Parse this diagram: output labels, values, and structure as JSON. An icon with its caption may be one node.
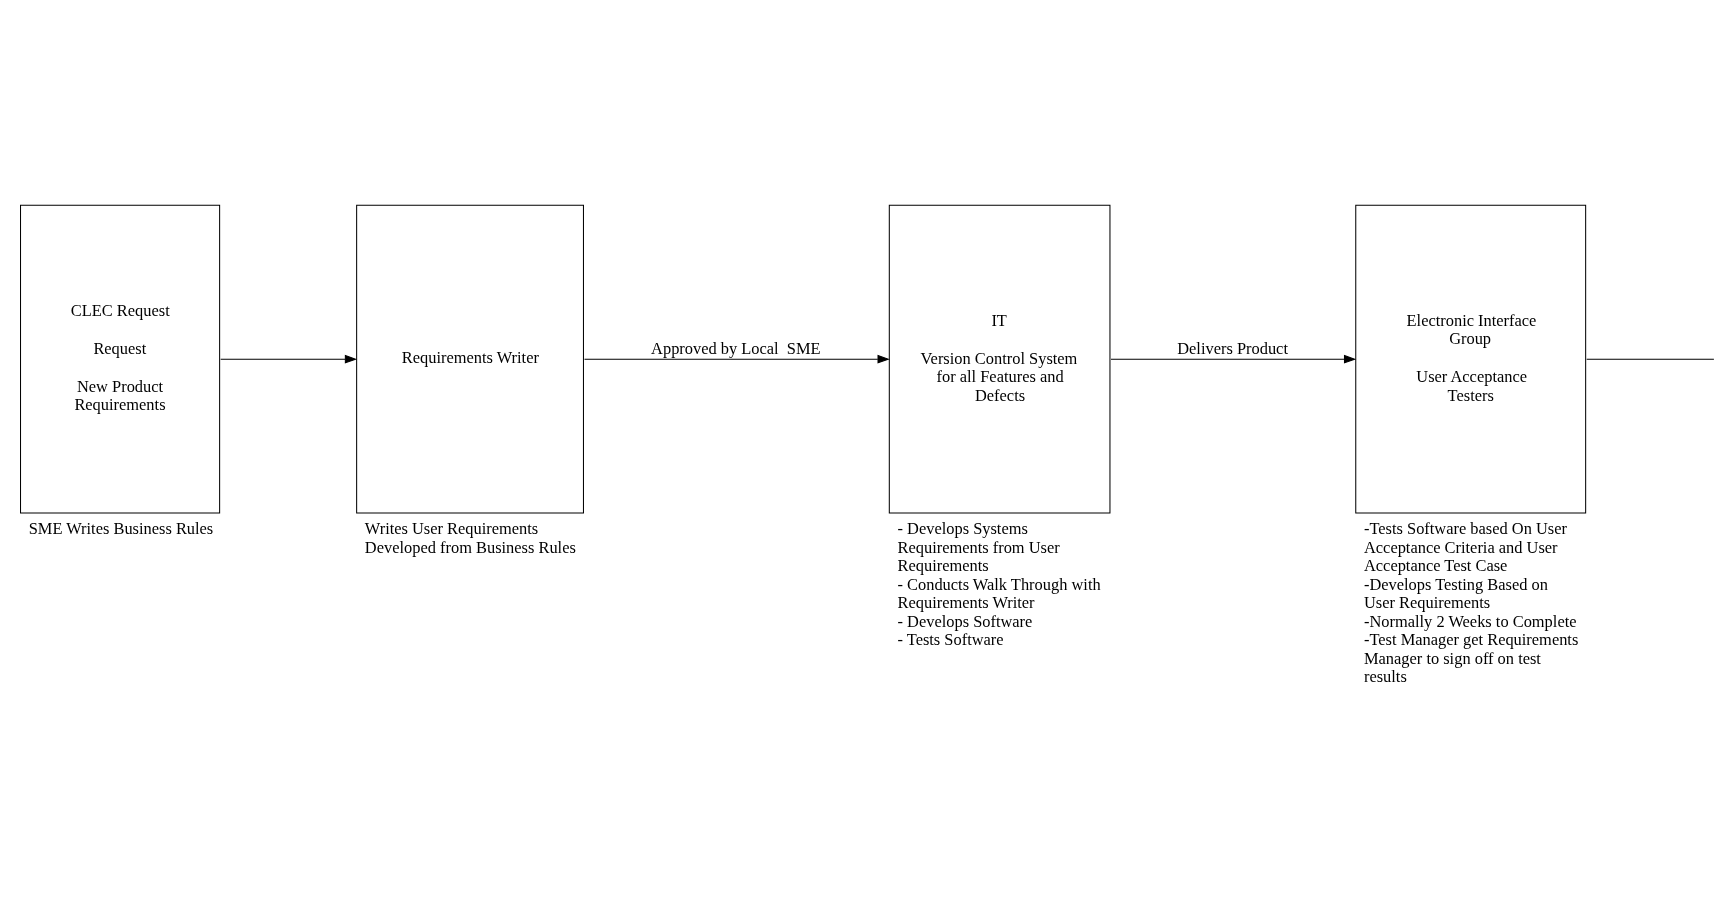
{
  "diagram": {
    "nodes": [
      {
        "text": [
          "CLEC Request",
          "Request",
          "New Product Requirements"
        ],
        "beside": [
          "SME Writes Business Rules"
        ]
      },
      {
        "text": [
          "Requirements Writer"
        ],
        "beside": [
          "Writes User Requirements Developed from Business Rules"
        ]
      },
      {
        "text": [
          "IT",
          "Version Control System for all Features and Defects"
        ],
        "beside": [
          "- Develops Systems Requirements from User Requirements",
          "- Conducts Walk Through with Requirements Writer",
          "- Develops Software",
          "- Tests Software"
        ]
      },
      {
        "text": [
          "Electronic Interface Group",
          "User Acceptance Testers"
        ],
        "beside": [
          "-Tests Software based On User Acceptance Criteria and User Acceptance Test Case",
          "-Develops Testing Based on User Requirements",
          "-Normally 2 Weeks to Complete",
          "-Test Manager get Requirements Manager to sign off on test results"
        ]
      }
    ],
    "edges": [
      {
        "from": 0,
        "to": 1,
        "arrow": "to"
      },
      {
        "from": 1,
        "to": 2,
        "arrow": "to",
        "label": "Approved by Local  SME"
      },
      {
        "from": 2,
        "to": 3,
        "arrow": "to",
        "label": "Delivers Product"
      },
      {
        "from": 3,
        "to": null,
        "arrow": "none"
      }
    ]
  }
}
